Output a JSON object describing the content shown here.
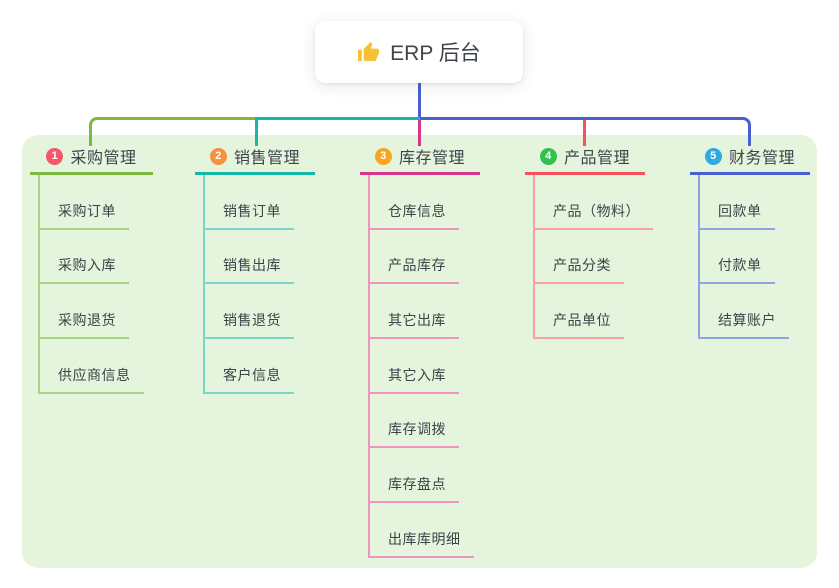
{
  "root": {
    "label": "ERP 后台",
    "icon": "thumbs-up",
    "icon_color": "#f6c235"
  },
  "connectors": {
    "root_color": "#4a5fd2"
  },
  "panel": {
    "background": "#e5f4dc"
  },
  "branches": [
    {
      "num": "1",
      "label": "采购管理",
      "badge_color": "#f6576d",
      "color": "#7cb93f",
      "light_color": "#a9d382",
      "children": [
        "采购订单",
        "采购入库",
        "采购退货",
        "供应商信息"
      ]
    },
    {
      "num": "2",
      "label": "销售管理",
      "badge_color": "#f7913e",
      "color": "#14b8a6",
      "light_color": "#7cd6c8",
      "children": [
        "销售订单",
        "销售出库",
        "销售退货",
        "客户信息"
      ]
    },
    {
      "num": "3",
      "label": "库存管理",
      "badge_color": "#f5a623",
      "color": "#d6368b",
      "light_color": "#ef93c1",
      "children": [
        "仓库信息",
        "产品库存",
        "其它出库",
        "其它入库",
        "库存调拨",
        "库存盘点",
        "出库库明细"
      ]
    },
    {
      "num": "4",
      "label": "产品管理",
      "badge_color": "#2fc24f",
      "color": "#f7515d",
      "light_color": "#f9a0a0",
      "children": [
        "产品（物料）",
        "产品分类",
        "产品单位"
      ]
    },
    {
      "num": "5",
      "label": "财务管理",
      "badge_color": "#31a9e0",
      "color": "#4a5fd2",
      "light_color": "#8fa3e0",
      "children": [
        "回款单",
        "付款单",
        "结算账户"
      ]
    }
  ]
}
